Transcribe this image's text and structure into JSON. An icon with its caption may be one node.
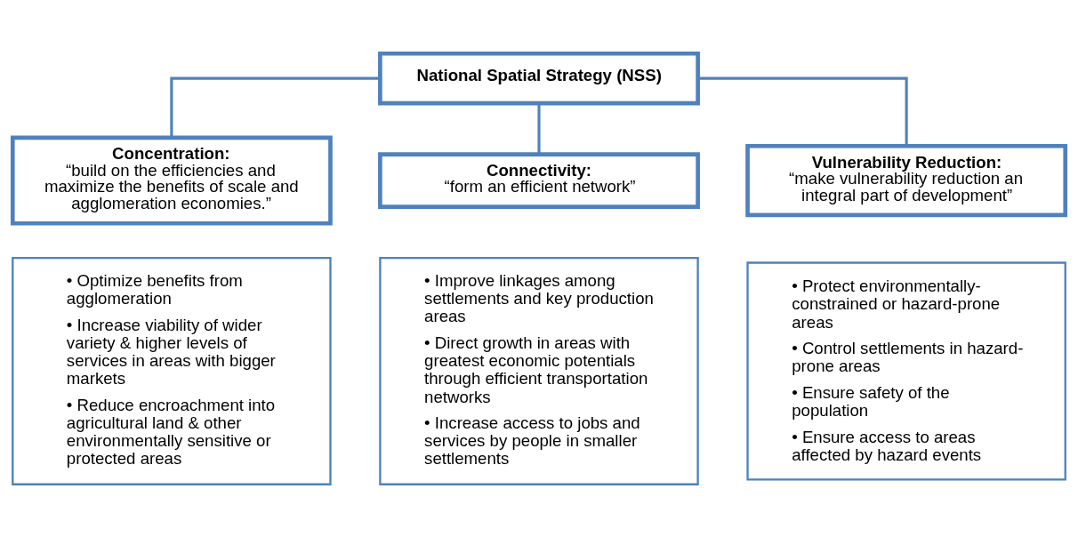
{
  "diagram": {
    "nodes": [
      {
        "text": [
          "National Spatial Strategy (NSS)"
        ]
      },
      {
        "text": [
          "Concentration:",
          "“build on the efficiencies and maximize the benefits of scale and agglomeration economies.”"
        ]
      },
      {
        "text": [
          "Connectivity:",
          "“form an efficient network”"
        ]
      },
      {
        "text": [
          "Vulnerability Reduction:",
          "“make vulnerability reduction an integral part of development”"
        ]
      },
      {
        "text": [
          "• Optimize benefits from agglomeration",
          "• Increase viability of wider variety & higher levels of services in areas with bigger markets",
          "• Reduce encroachment into agricultural land & other environmentally sensitive or protected areas"
        ]
      },
      {
        "text": [
          "• Improve linkages among settlements and key production areas",
          "• Direct growth in areas with greatest economic potentials through efficient transportation networks",
          "• Increase access to jobs and services by people in smaller settlements"
        ]
      },
      {
        "text": [
          "• Protect environmentally-constrained or hazard-prone areas",
          "• Control settlements in hazard-prone areas",
          "• Ensure safety of the population",
          "• Ensure access to areas affected by hazard events"
        ]
      }
    ],
    "edges": [
      {
        "from": 0,
        "to": 1,
        "arrow": "none"
      },
      {
        "from": 0,
        "to": 2,
        "arrow": "none"
      },
      {
        "from": 0,
        "to": 3,
        "arrow": "none"
      }
    ]
  }
}
